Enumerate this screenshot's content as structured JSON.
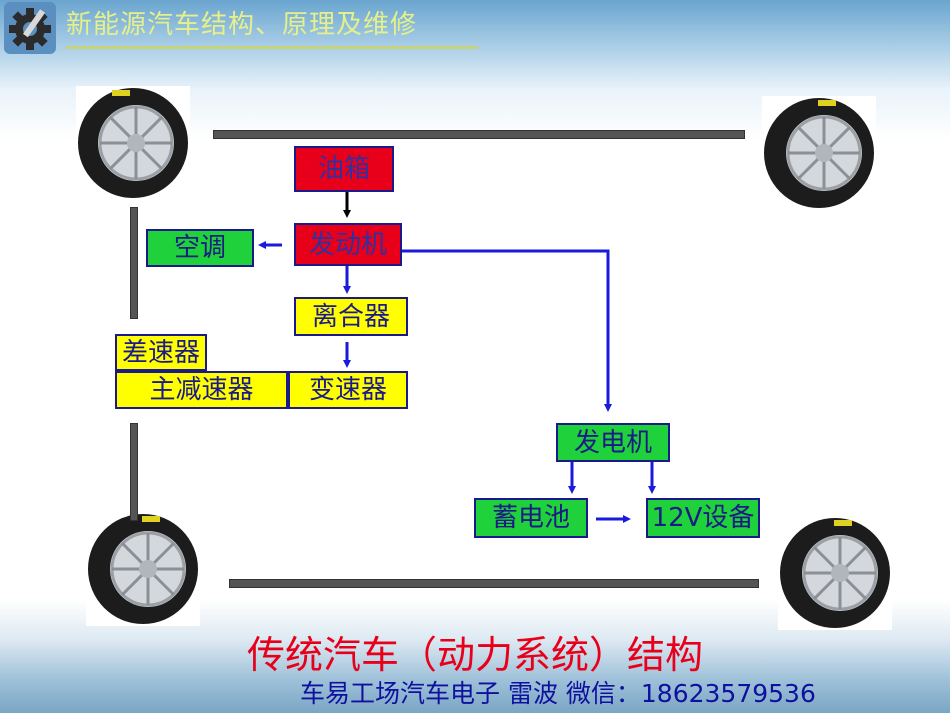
{
  "header": {
    "title": "新能源汽车结构、原理及维修"
  },
  "diagram": {
    "fuel_tank": "油箱",
    "engine": "发动机",
    "air_conditioner": "空调",
    "clutch": "离合器",
    "differential": "差速器",
    "final_drive": "主减速器",
    "gearbox": "变速器",
    "generator": "发电机",
    "battery": "蓄电池",
    "equipment_12v": "12V设备"
  },
  "caption": "传统汽车（动力系统）结构",
  "footer": "车易工场汽车电子 雷波 微信：18623579536",
  "colors": {
    "red_box": "#e8001a",
    "green_box": "#1fd13a",
    "yellow_box": "#ffff00",
    "arrow_blue": "#1a1adc"
  }
}
